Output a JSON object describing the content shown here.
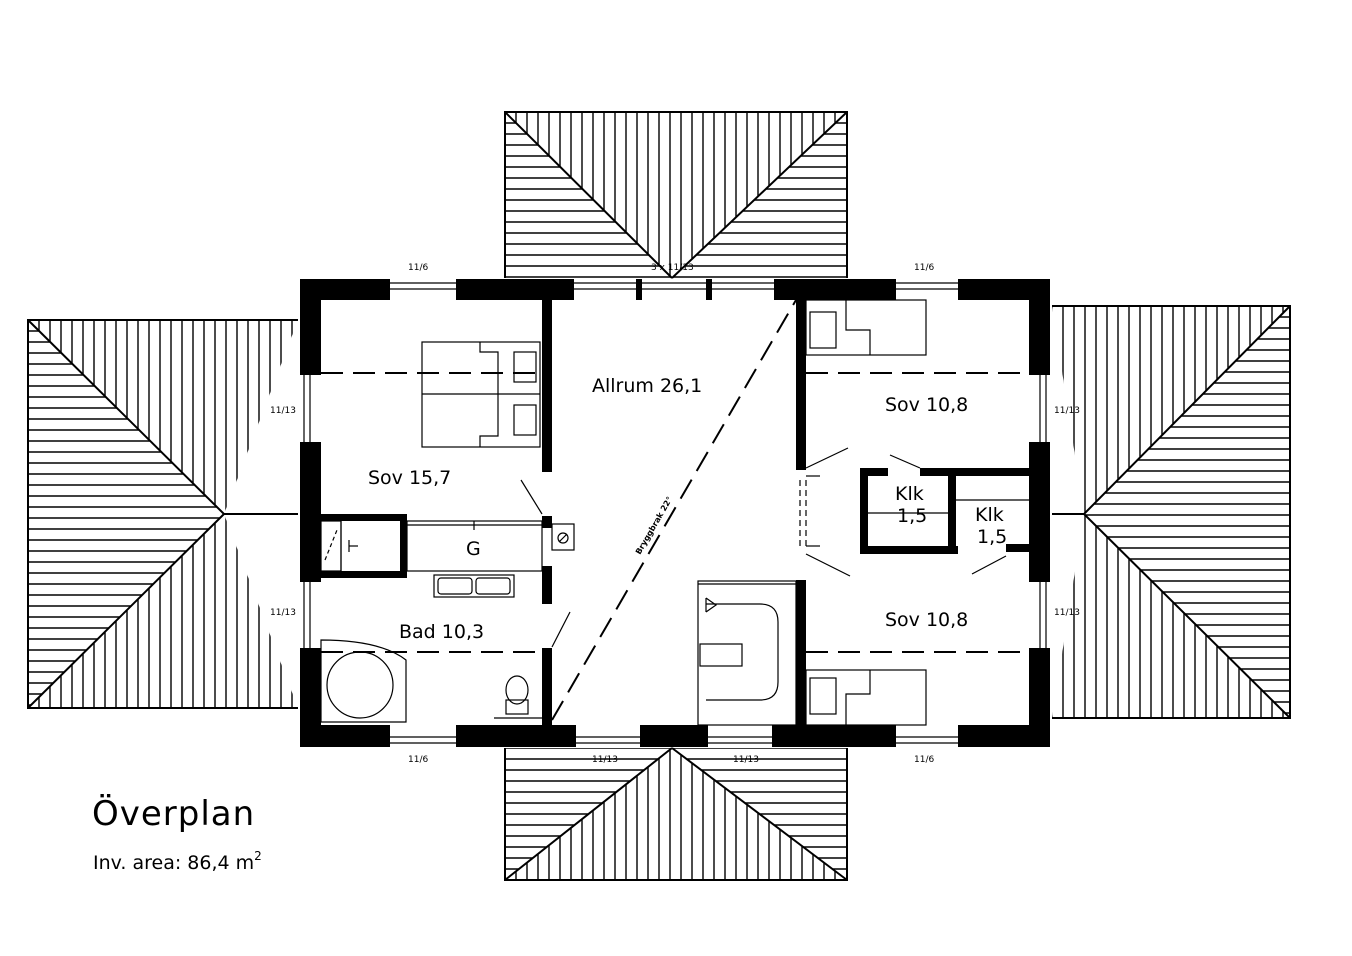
{
  "plan": {
    "title": "Överplan",
    "area_label": "Inv. area: 86,4 m",
    "area_sup": "2"
  },
  "rooms": {
    "allrum": "Allrum 26,1",
    "sov_large": "Sov 15,7",
    "bad": "Bad 10,3",
    "garderob": "G",
    "sov_ne": "Sov 10,8",
    "sov_se": "Sov 10,8",
    "klk1_name": "Klk",
    "klk1_area": "1,5",
    "klk2_name": "Klk",
    "klk2_area": "1,5"
  },
  "windows": {
    "top_left": "11/6",
    "top_center": "3 x 11/13",
    "top_right": "11/6",
    "left_upper": "11/13",
    "left_lower": "11/13",
    "right_upper": "11/13",
    "right_lower": "11/13",
    "bottom_left": "11/6",
    "bottom_center_left": "11/13",
    "bottom_center_right": "11/13",
    "bottom_right": "11/6"
  },
  "annotations": {
    "roof_break": "Bryggbrak 22°"
  }
}
